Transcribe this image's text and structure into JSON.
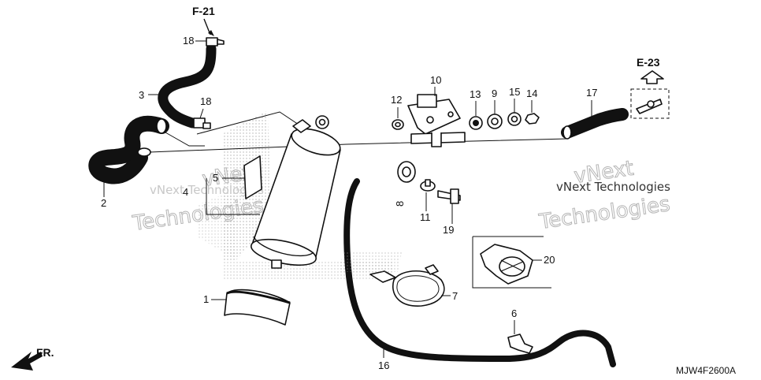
{
  "diagram": {
    "ref_f21": "F-21",
    "ref_e23": "E-23",
    "front_label": "FR.",
    "drawing_code": "MJW4F2600A",
    "watermark_line1": "vNext",
    "watermark_line2": "Technologies",
    "watermark_inline": "vNext Technologies",
    "callouts": {
      "p1": "1",
      "p2": "2",
      "p3": "3",
      "p4": "4",
      "p5": "5",
      "p6": "6",
      "p7": "7",
      "p8": "8",
      "p9": "9",
      "p10": "10",
      "p11": "11",
      "p12": "12",
      "p13": "13",
      "p14": "14",
      "p15": "15",
      "p16": "16",
      "p17": "17",
      "p18a": "18",
      "p18b": "18",
      "p19": "19",
      "p20": "20"
    }
  }
}
